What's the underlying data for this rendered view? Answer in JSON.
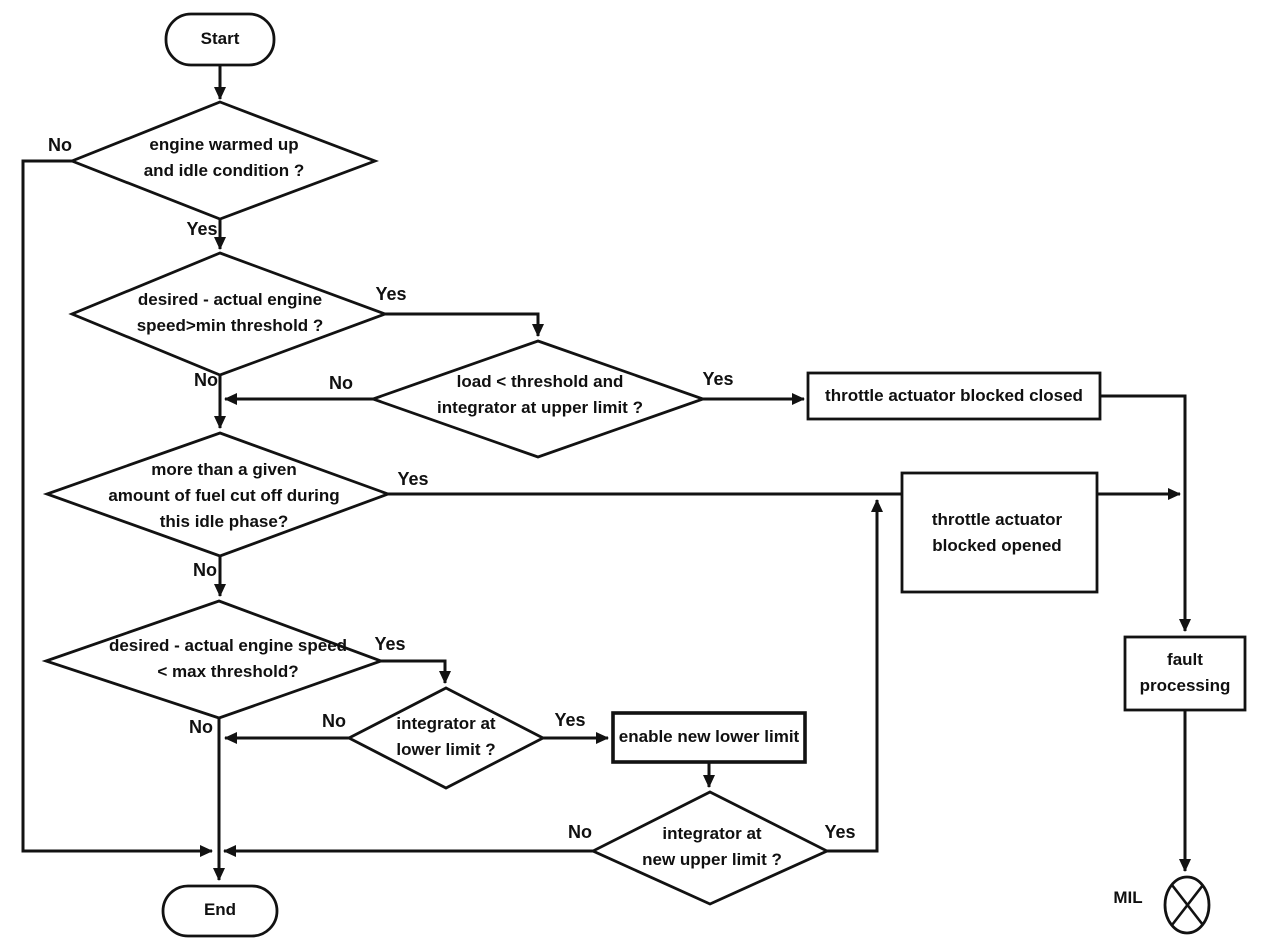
{
  "colors": {
    "background": "#ffffff",
    "line": "#121212",
    "text": "#101010"
  },
  "nodes": {
    "start": {
      "label": "Start"
    },
    "d1": {
      "label": "engine warmed up\nand idle condition ?"
    },
    "d2": {
      "label": "desired - actual engine\nspeed>min threshold ?"
    },
    "d3": {
      "label": "load < threshold and\nintegrator at upper limit ?"
    },
    "d4": {
      "label": "more than a given\namount of fuel cut off during\nthis idle phase?"
    },
    "d5": {
      "label": "desired - actual engine speed\n< max threshold?"
    },
    "d6": {
      "label": "integrator at\nlower limit ?"
    },
    "d7": {
      "label": "integrator at\nnew upper limit ?"
    },
    "b1": {
      "label": "throttle actuator blocked closed"
    },
    "b2": {
      "label": "throttle actuator\nblocked opened"
    },
    "b3": {
      "label": "fault\nprocessing"
    },
    "b4": {
      "label": "enable new lower limit"
    },
    "end": {
      "label": "End"
    },
    "mil": {
      "label": "MIL"
    }
  },
  "edges": {
    "d1_no": {
      "label": "No"
    },
    "d1_yes": {
      "label": "Yes"
    },
    "d2_yes": {
      "label": "Yes"
    },
    "d2_no": {
      "label": "No"
    },
    "d3_no": {
      "label": "No"
    },
    "d3_yes": {
      "label": "Yes"
    },
    "d4_yes": {
      "label": "Yes"
    },
    "d4_no": {
      "label": "No"
    },
    "d5_yes": {
      "label": "Yes"
    },
    "d5_no": {
      "label": "No"
    },
    "d6_no": {
      "label": "No"
    },
    "d6_yes": {
      "label": "Yes"
    },
    "d7_no": {
      "label": "No"
    },
    "d7_yes": {
      "label": "Yes"
    }
  }
}
